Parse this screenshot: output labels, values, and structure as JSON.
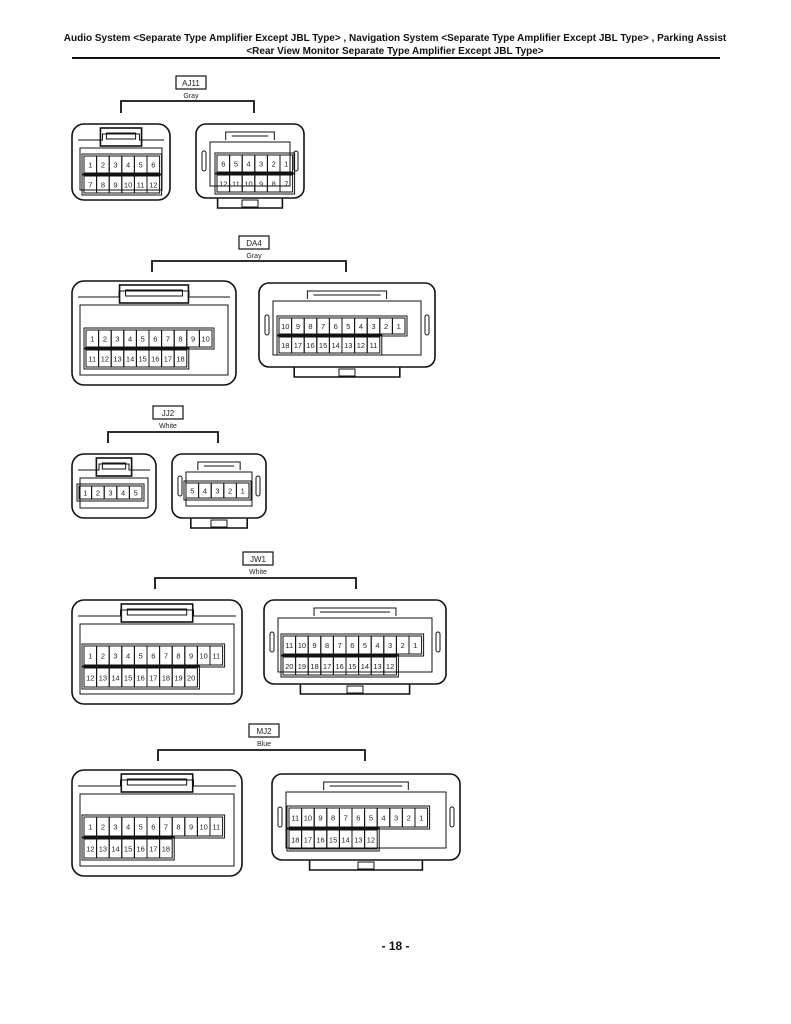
{
  "header": {
    "line1": "Audio System <Separate Type Amplifier Except JBL Type> , Navigation System <Separate Type Amplifier Except JBL Type> , Parking Assist",
    "line2": "<Rear View Monitor Separate Type Amplifier Except JBL Type>"
  },
  "page_number": "- 18 -",
  "connectors": [
    {
      "code": "AJ11",
      "color": "Gray",
      "male": {
        "rows": [
          [
            "1",
            "2",
            "3",
            "4",
            "5",
            "6"
          ],
          [
            "7",
            "8",
            "9",
            "10",
            "11",
            "12"
          ]
        ]
      },
      "female": {
        "rows": [
          [
            "6",
            "5",
            "4",
            "3",
            "2",
            "1"
          ],
          [
            "12",
            "11",
            "10",
            "9",
            "8",
            "7"
          ]
        ]
      }
    },
    {
      "code": "DA4",
      "color": "Gray",
      "male": {
        "rows": [
          [
            "1",
            "2",
            "3",
            "4",
            "5",
            "6",
            "7",
            "8",
            "9",
            "10"
          ],
          [
            "11",
            "12",
            "13",
            "14",
            "15",
            "16",
            "17",
            "18"
          ]
        ]
      },
      "female": {
        "rows": [
          [
            "10",
            "9",
            "8",
            "7",
            "6",
            "5",
            "4",
            "3",
            "2",
            "1"
          ],
          [
            "18",
            "17",
            "16",
            "15",
            "14",
            "13",
            "12",
            "11"
          ]
        ]
      }
    },
    {
      "code": "JJ2",
      "color": "White",
      "male": {
        "rows": [
          [
            "1",
            "2",
            "3",
            "4",
            "5"
          ]
        ]
      },
      "female": {
        "rows": [
          [
            "5",
            "4",
            "3",
            "2",
            "1"
          ]
        ]
      }
    },
    {
      "code": "JW1",
      "color": "White",
      "male": {
        "rows": [
          [
            "1",
            "2",
            "3",
            "4",
            "5",
            "6",
            "7",
            "8",
            "9",
            "10",
            "11"
          ],
          [
            "12",
            "13",
            "14",
            "15",
            "16",
            "17",
            "18",
            "19",
            "20"
          ]
        ]
      },
      "female": {
        "rows": [
          [
            "11",
            "10",
            "9",
            "8",
            "7",
            "6",
            "5",
            "4",
            "3",
            "2",
            "1"
          ],
          [
            "20",
            "19",
            "18",
            "17",
            "16",
            "15",
            "14",
            "13",
            "12"
          ]
        ]
      }
    },
    {
      "code": "MJ2",
      "color": "Blue",
      "male": {
        "rows": [
          [
            "1",
            "2",
            "3",
            "4",
            "5",
            "6",
            "7",
            "8",
            "9",
            "10",
            "11"
          ],
          [
            "12",
            "13",
            "14",
            "15",
            "16",
            "17",
            "18"
          ]
        ]
      },
      "female": {
        "rows": [
          [
            "11",
            "10",
            "9",
            "8",
            "7",
            "6",
            "5",
            "4",
            "3",
            "2",
            "1"
          ],
          [
            "18",
            "17",
            "16",
            "15",
            "14",
            "13",
            "12"
          ]
        ]
      }
    }
  ]
}
